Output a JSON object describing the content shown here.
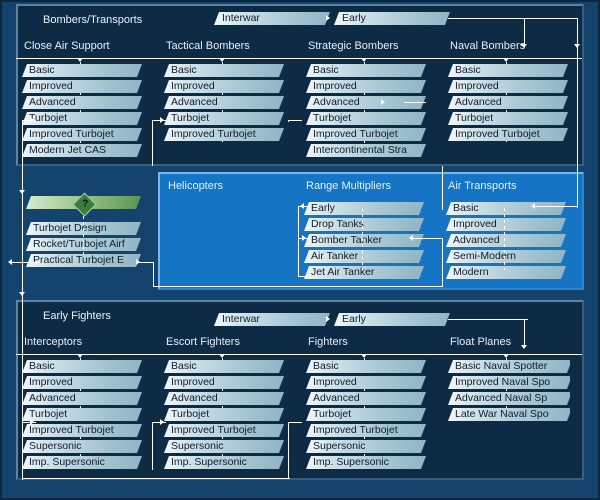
{
  "theme": {
    "page_bg": "#14436e",
    "dark_panel_bg": "#0e2b45",
    "blue_panel_bg": "#1575c4",
    "item_fill": "#a8c8d4",
    "item_available": "#79ad6c",
    "connector": "#ffffff",
    "title_text": "#eaf4ff"
  },
  "panels": [
    {
      "id": "bombers",
      "title": "Bombers/Transports",
      "era_path": [
        {
          "label": "Interwar"
        },
        {
          "label": "Early"
        }
      ],
      "columns": [
        {
          "title": "Close Air Support",
          "items": [
            {
              "label": "Basic"
            },
            {
              "label": "Improved"
            },
            {
              "label": "Advanced"
            },
            {
              "label": "Turbojet"
            },
            {
              "label": "Improved Turbojet"
            },
            {
              "label": "Modern Jet CAS"
            }
          ]
        },
        {
          "title": "Tactical Bombers",
          "items": [
            {
              "label": "Basic"
            },
            {
              "label": "Improved"
            },
            {
              "label": "Advanced"
            },
            {
              "label": "Turbojet"
            },
            {
              "label": "Improved Turbojet"
            }
          ]
        },
        {
          "title": "Strategic Bombers",
          "items": [
            {
              "label": "Basic"
            },
            {
              "label": "Improved"
            },
            {
              "label": "Advanced"
            },
            {
              "label": "Turbojet"
            },
            {
              "label": "Improved Turbojet"
            },
            {
              "label": "Intercontinental Stra"
            }
          ]
        },
        {
          "title": "Naval Bombers",
          "items": [
            {
              "label": "Basic"
            },
            {
              "label": "Improved"
            },
            {
              "label": "Advanced"
            },
            {
              "label": "Turbojet"
            },
            {
              "label": "Improved Turbojet"
            }
          ]
        }
      ]
    },
    {
      "id": "engines",
      "title": "",
      "columns": [
        {
          "title": "",
          "items": [
            {
              "label": "",
              "state": "available",
              "badge": "?"
            },
            {
              "label": "Turbojet Design"
            },
            {
              "label": "Rocket/Turbojet Airf"
            },
            {
              "label": "Practical Turbojet E"
            }
          ]
        }
      ]
    },
    {
      "id": "helicopters",
      "title": "",
      "columns": [
        {
          "title": "Helicopters",
          "items": []
        },
        {
          "title": "Range Multipliers",
          "items": [
            {
              "label": "Early"
            },
            {
              "label": "Drop Tanks"
            },
            {
              "label": "Bomber Tanker"
            },
            {
              "label": "Air Tanker"
            },
            {
              "label": "Jet Air Tanker"
            }
          ]
        },
        {
          "title": "Air Transports",
          "items": [
            {
              "label": "Basic"
            },
            {
              "label": "Improved"
            },
            {
              "label": "Advanced"
            },
            {
              "label": "Semi-Modern"
            },
            {
              "label": "Modern"
            }
          ]
        }
      ]
    },
    {
      "id": "fighters",
      "title": "Early Fighters",
      "era_path": [
        {
          "label": "Interwar"
        },
        {
          "label": "Early"
        }
      ],
      "columns": [
        {
          "title": "Interceptors",
          "items": [
            {
              "label": "Basic"
            },
            {
              "label": "Improved"
            },
            {
              "label": "Advanced"
            },
            {
              "label": "Turbojet"
            },
            {
              "label": "Improved Turbojet"
            },
            {
              "label": "Supersonic"
            },
            {
              "label": "Imp. Supersonic"
            }
          ]
        },
        {
          "title": "Escort Fighters",
          "items": [
            {
              "label": "Basic"
            },
            {
              "label": "Improved"
            },
            {
              "label": "Advanced"
            },
            {
              "label": "Turbojet"
            },
            {
              "label": "Improved Turbojet"
            },
            {
              "label": "Supersonic"
            },
            {
              "label": "Imp. Supersonic"
            }
          ]
        },
        {
          "title": "Fighters",
          "items": [
            {
              "label": "Basic"
            },
            {
              "label": "Improved"
            },
            {
              "label": "Advanced"
            },
            {
              "label": "Turbojet"
            },
            {
              "label": "Improved Turbojet"
            },
            {
              "label": "Supersonic"
            },
            {
              "label": "Imp. Supersonic"
            }
          ]
        },
        {
          "title": "Float Planes",
          "items": [
            {
              "label": "Basic Naval Spotter"
            },
            {
              "label": "Improved Naval Spo"
            },
            {
              "label": "Advanced Naval Sp"
            },
            {
              "label": "Late War Naval Spo"
            }
          ]
        }
      ]
    }
  ]
}
